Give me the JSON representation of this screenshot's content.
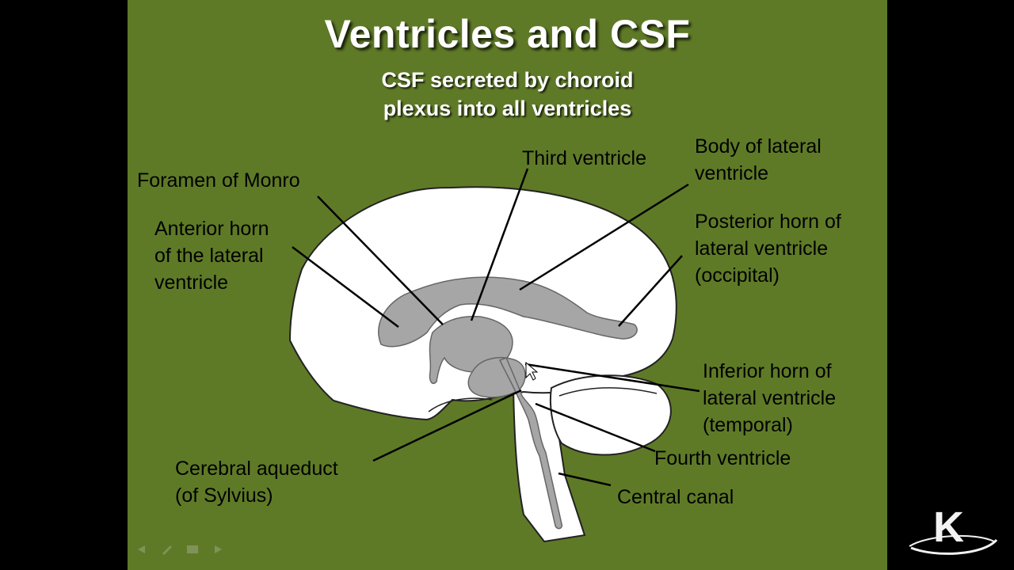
{
  "slide": {
    "title": "Ventricles and CSF",
    "subtitle_line1": "CSF secreted by choroid",
    "subtitle_line2": "plexus into all ventricles"
  },
  "labels": {
    "foramen_monro": [
      "Foramen of Monro"
    ],
    "anterior_horn": [
      "Anterior horn",
      "of the lateral",
      "ventricle"
    ],
    "third_ventricle": [
      "Third ventricle"
    ],
    "body_lateral": [
      "Body of lateral",
      "ventricle"
    ],
    "posterior_horn": [
      "Posterior horn of",
      "lateral ventricle",
      "(occipital)"
    ],
    "inferior_horn": [
      "Inferior horn of",
      "lateral ventricle",
      "(temporal)"
    ],
    "fourth_ventricle": [
      "Fourth ventricle"
    ],
    "cerebral_aqueduct": [
      "Cerebral aqueduct",
      "(of Sylvius)"
    ],
    "central_canal": [
      "Central canal"
    ]
  },
  "logo_text": "K",
  "colors": {
    "slide_background": "#5f7a27",
    "brain_fill": "#ffffff",
    "ventricle_fill": "#a6a6a6",
    "leader_line": "#000000"
  }
}
